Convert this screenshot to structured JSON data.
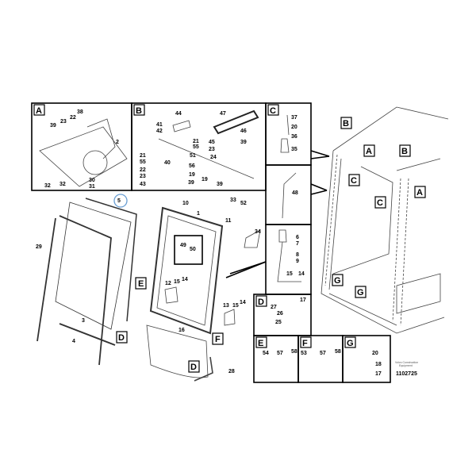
{
  "diagram": {
    "box_a": {
      "letter": "A",
      "parts": [
        "38",
        "39",
        "23",
        "22",
        "2",
        "32",
        "32",
        "30",
        "31"
      ]
    },
    "box_b": {
      "letter": "B",
      "parts": [
        "44",
        "47",
        "41",
        "42",
        "21",
        "55",
        "45",
        "23",
        "24",
        "46",
        "39",
        "21",
        "55",
        "40",
        "51",
        "56",
        "22",
        "23",
        "19",
        "19",
        "39",
        "39",
        "43"
      ]
    },
    "box_c": {
      "letter": "C",
      "parts": [
        "37",
        "20",
        "36",
        "35"
      ]
    },
    "box_48": {
      "parts": [
        "48"
      ]
    },
    "box_6": {
      "parts": [
        "6",
        "7",
        "8",
        "9",
        "15",
        "14"
      ]
    },
    "box_d": {
      "letter": "D",
      "parts": [
        "27",
        "26",
        "25",
        "17"
      ]
    },
    "box_e": {
      "letter": "E",
      "parts": [
        "54",
        "57",
        "58"
      ]
    },
    "box_f": {
      "letter": "F",
      "parts": [
        "53",
        "57",
        "58"
      ]
    },
    "box_g": {
      "letter": "G",
      "parts": [
        "20",
        "18",
        "17"
      ]
    },
    "main": {
      "parts": [
        "5",
        "10",
        "1",
        "33",
        "52",
        "11",
        "34",
        "29",
        "49",
        "50",
        "12",
        "15",
        "14",
        "3",
        "4",
        "16",
        "13",
        "15",
        "14",
        "28"
      ],
      "refs": [
        "E",
        "D",
        "F",
        "D"
      ]
    },
    "cab": {
      "refs": [
        "B",
        "A",
        "C",
        "B",
        "A",
        "C",
        "G",
        "G"
      ]
    },
    "watermark": {
      "line1": "Volvo Construction",
      "line2": "Equipment",
      "id": "1102725"
    },
    "highlight_color": "#6a9fd4"
  }
}
